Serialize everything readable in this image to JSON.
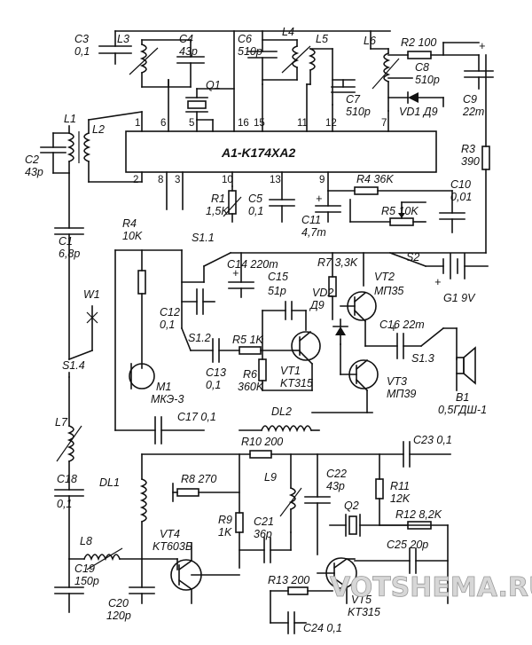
{
  "diagram": {
    "ic": {
      "name": "A1-K174XA2",
      "pins_top": [
        "1",
        "6",
        "5",
        "16",
        "15",
        "11",
        "12",
        "7"
      ],
      "pins_bottom": [
        "2",
        "8",
        "3",
        "10",
        "13",
        "9"
      ]
    },
    "labels": {
      "C3": "C3",
      "C3v": "0,1",
      "L3": "L3",
      "C4": "C4",
      "C4v": "43p",
      "Q1": "Q1",
      "C6": "C6",
      "C6v": "510p",
      "L4": "L4",
      "L5": "L5",
      "L6": "L6",
      "C7": "C7",
      "C7v": "510p",
      "R2": "R2 100",
      "C8": "C8",
      "C8v": "510p",
      "C9": "C9",
      "C9v": "22m",
      "VD1": "VD1 Д9",
      "L1": "L1",
      "L2": "L2",
      "C2": "C2",
      "C2v": "43p",
      "R3": "R3",
      "R3v": "390",
      "R4top": "R4 36K",
      "R1": "R1",
      "R1v": "1,5K",
      "C5": "C5",
      "C5v": "0,1",
      "C10": "C10",
      "C10v": "0,01",
      "C11": "C11",
      "C11v": "4,7m",
      "R5": "R5 10K",
      "C1": "C1",
      "C1v": "6,8p",
      "R4": "R4",
      "R4v": "10K",
      "S11": "S1.1",
      "C14": "C14 220m",
      "R7": "R7 3,3K",
      "S2": "S2",
      "G1": "G1 9V",
      "W1": "W1",
      "C12": "C12",
      "C12v": "0,1",
      "C15": "C15",
      "C15v": "51p",
      "VD2": "VD2",
      "VD2v": "Д9",
      "VT2": "VT2",
      "VT2v": "МП35",
      "S12": "S1.2",
      "R5b": "R5 1K",
      "C16": "C16 22m",
      "S14": "S1.4",
      "C13": "C13",
      "C13v": "0,1",
      "R6": "R6",
      "R6v": "360K",
      "VT1": "VT1",
      "VT1v": "KT315",
      "S13": "S1.3",
      "VT3": "VT3",
      "VT3v": "МП39",
      "M1": "M1",
      "M1v": "МКЭ-3",
      "B1": "B1",
      "B1v": "0,5ГДШ-1",
      "L7": "L7",
      "C17": "C17 0,1",
      "DL2": "DL2",
      "R10": "R10 200",
      "C23": "C23 0,1",
      "C18": "C18",
      "C18v": "0,1",
      "DL1": "DL1",
      "R8": "R8 270",
      "L9": "L9",
      "C22": "C22",
      "C22v": "43p",
      "R11": "R11",
      "R11v": "12K",
      "Q2": "Q2",
      "R12": "R12 8,2K",
      "L8": "L8",
      "VT4": "VT4",
      "VT4v": "KT603Б",
      "R9": "R9",
      "R9v": "1K",
      "C21": "C21",
      "C21v": "36p",
      "C25": "C25 20p",
      "C19": "C19",
      "C19v": "150p",
      "C20": "C20",
      "C20v": "120p",
      "R13": "R13 200",
      "VT5": "VT5",
      "VT5v": "KT315",
      "C24": "C24 0,1"
    },
    "watermark": "VOTSHEMA.RU"
  }
}
